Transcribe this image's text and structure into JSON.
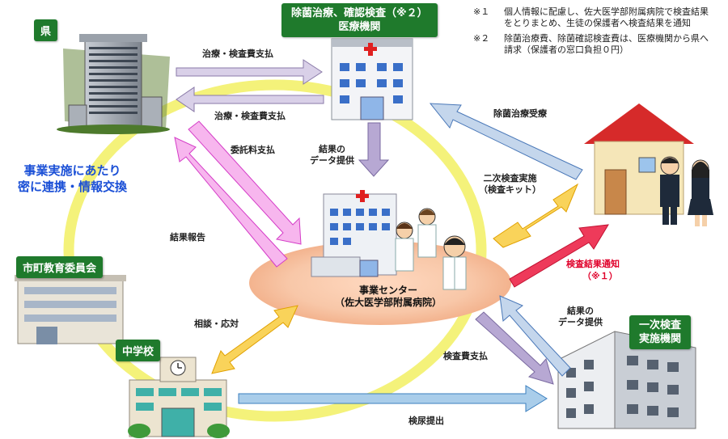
{
  "tags": {
    "prefecture": "県",
    "medical": "除菌治療、確認検査（※２）\n医療機関",
    "city_board": "市町教育委員会",
    "school": "中学校",
    "primary_exam": "一次検査\n実施機関"
  },
  "notes": [
    {
      "mark": "※１",
      "text": "個人情報に配慮し、佐大医学部附属病院で検査結果をとりまとめ、生徒の保護者へ検査結果を通知"
    },
    {
      "mark": "※２",
      "text": "除菌治療費、除菌確認検査費は、医療機関から県へ請求（保護者の窓口負担０円）"
    }
  ],
  "labels": {
    "treatment_pay_top": "治療・検査費支払",
    "treatment_pay_bottom": "治療・検査費支払",
    "commission_pay": "委託料支払",
    "result_report": "結果報告",
    "consult": "相談・応対",
    "data_from_medical": "結果の\nデータ提供",
    "treatment_received": "除菌治療受療",
    "secondary_exam": "二次検査実施\n（検査キット）",
    "result_notice": "検査結果通知",
    "result_notice_mark": "（※１）",
    "data_from_primary": "結果の\nデータ提供",
    "exam_pay": "検査費支払",
    "urine_submit": "検尿提出",
    "cooperation": "事業実施にあたり\n密に連携・情報交換",
    "center_name": "事業センター",
    "center_sub": "（佐大医学部附属病院）"
  },
  "colors": {
    "tag_green": "#1f7a2c",
    "accent_blue": "#1a4fd6",
    "accent_red": "#e0002a",
    "ring_yellow": "#f4f27a",
    "center_glow": "#f8c7a8"
  }
}
